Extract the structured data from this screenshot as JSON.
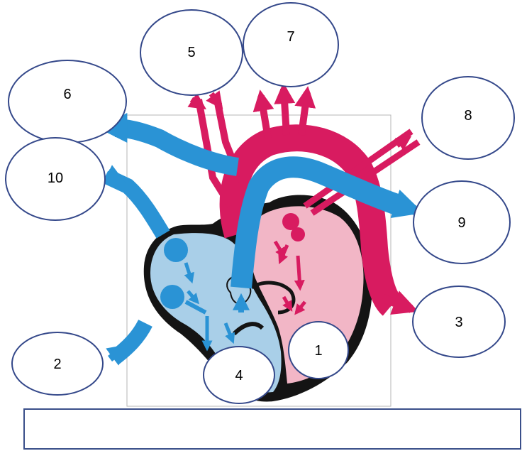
{
  "labels": [
    {
      "id": "1",
      "text": "1"
    },
    {
      "id": "2",
      "text": "2"
    },
    {
      "id": "3",
      "text": "3"
    },
    {
      "id": "4",
      "text": "4"
    },
    {
      "id": "5",
      "text": "5"
    },
    {
      "id": "6",
      "text": "6"
    },
    {
      "id": "7",
      "text": "7"
    },
    {
      "id": "8",
      "text": "8"
    },
    {
      "id": "9",
      "text": "9"
    },
    {
      "id": "10",
      "text": "10"
    }
  ],
  "answer_box": {
    "value": ""
  },
  "colors": {
    "oxygenated": "#d81b60",
    "deoxygenated": "#2a93d5",
    "right_side_fill": "#a9cfe8",
    "left_side_fill": "#f2b6c6",
    "outline": "#141414",
    "circle_stroke": "#34488a",
    "frame": "#b5b5b5"
  }
}
